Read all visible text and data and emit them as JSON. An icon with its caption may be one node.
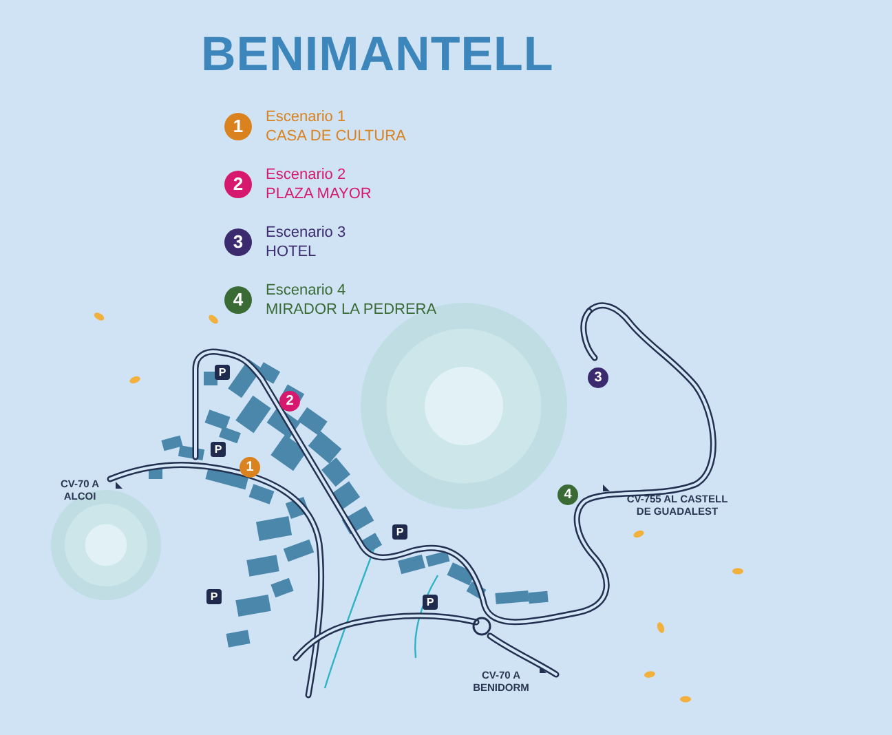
{
  "diagram": {
    "title": "BENIMANTELL",
    "nodes": [
      {
        "text": [
          "Escenario 1",
          "CASA DE CULTURA"
        ],
        "beside": [
          "1"
        ]
      },
      {
        "text": [
          "Escenario 2",
          "PLAZA MAYOR"
        ],
        "beside": [
          "2"
        ]
      },
      {
        "text": [
          "Escenario 3",
          "HOTEL"
        ],
        "beside": [
          "3"
        ]
      },
      {
        "text": [
          "Escenario 4",
          "MIRADOR LA PEDRERA"
        ],
        "beside": [
          "4"
        ]
      },
      {
        "text": [
          "2"
        ]
      },
      {
        "text": [
          "1"
        ]
      },
      {
        "text": [
          "3"
        ]
      },
      {
        "text": [
          "4"
        ]
      }
    ],
    "labels": [
      "P",
      "P",
      "CV-70 A ALCOI",
      "CV-755 AL CASTELL DE GUADALEST",
      "P",
      "P",
      "P",
      "CV-70 A BENIDORM"
    ]
  }
}
